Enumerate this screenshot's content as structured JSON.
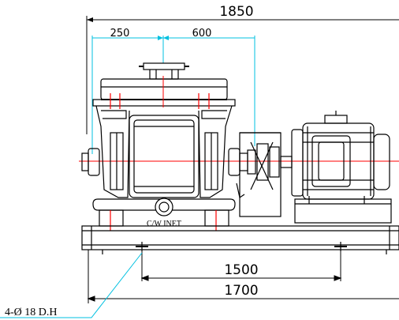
{
  "dimensions": {
    "overall_length": "1850",
    "left_offset": "250",
    "coupling_offset": "600",
    "bolt_spacing": "1500",
    "base_length": "1700"
  },
  "labels": {
    "inlet": "C/W INET",
    "mounting_holes": "4-Ø 18 D.H"
  },
  "colors": {
    "outline": "#000000",
    "dimension_lines": "#00c0e0",
    "centerlines": "#ff0000",
    "leader": "#00c0e0"
  }
}
